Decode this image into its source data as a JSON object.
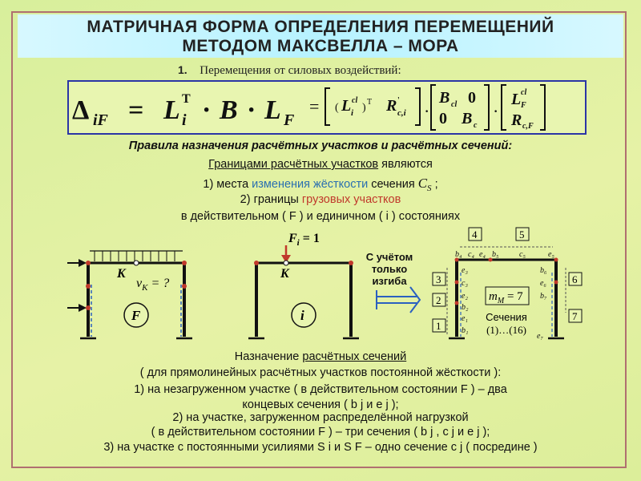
{
  "header": {
    "title_line1": "МАТРИЧНАЯ ФОРМА ОПРЕДЕЛЕНИЯ ПЕРЕМЕЩЕНИЙ",
    "title_line2": "МЕТОДОМ МАКСВЕЛЛА – МОРА"
  },
  "section": {
    "number": "1.",
    "title": "Перемещения от силовых воздействий:"
  },
  "rules": {
    "heading": "Правила назначения расчётных участков и расчётных сечений:",
    "boundaries_underlined": "Границами расчётных участков",
    "boundaries_rest": " являются",
    "item1_prefix": "1) места ",
    "item1_highlight": "изменения жёсткости",
    "item1_suffix": " сечения ",
    "item1_symbol": "C",
    "item1_sub": "S",
    "item1_tail": " ;",
    "item2_prefix": "2) границы ",
    "item2_highlight": "грузовых участков",
    "item3": "в действительном  ( F ) и единичном ( i ) состояниях"
  },
  "diagram": {
    "left_label_K": "K",
    "left_vk": "v",
    "left_vk_sub": "K",
    "left_vk_eq": " = ?",
    "left_state": "F",
    "mid_force": "F",
    "mid_force_sub": "i",
    "mid_force_eq": " = 1",
    "mid_label_K": "K",
    "mid_state": "i",
    "note_line1": "С учётом",
    "note_line2": "только",
    "note_line3": "изгиба",
    "regions": [
      "1",
      "2",
      "3",
      "4",
      "5",
      "6",
      "7"
    ],
    "mM": "m",
    "mM_sub": "M",
    "mM_eq": " = 7",
    "sections_label": "Сечения",
    "sections_range": "(1)…(16)"
  },
  "assign": {
    "heading_prefix": "Назначение ",
    "heading_underlined": "расчётных сечений",
    "line1": "( для прямолинейных расчётных участков постоянной жёсткости ):",
    "line2": "1) на незагруженном участке ( в действительном состоянии F ) – два",
    "line3": "концевых сечения ( b j и e j );",
    "line4": "2) на участке, загруженном распределённой нагрузкой",
    "line5": "( в действительном состоянии F ) – три сечения ( b j , c j и e j );",
    "line6": "3) на участке с постоянными усилиями S i и S F – одно сечение c j ( посредине )"
  }
}
